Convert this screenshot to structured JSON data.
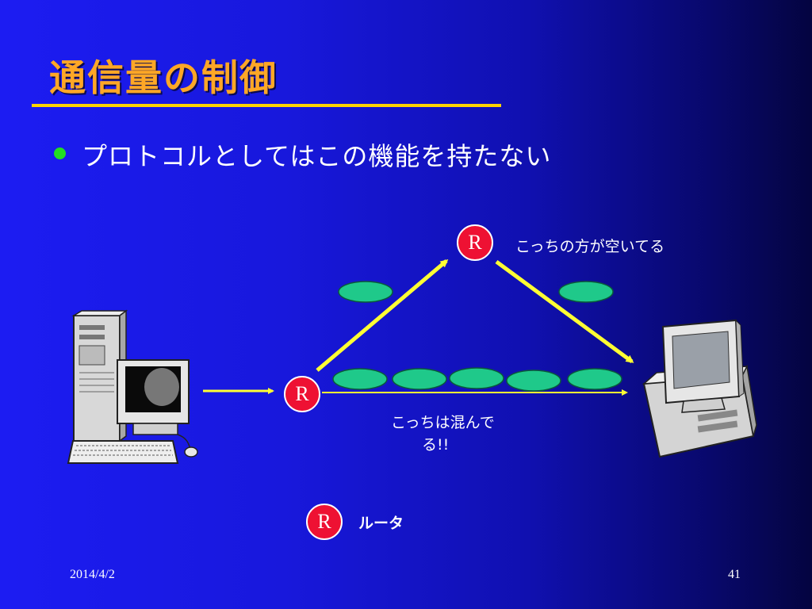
{
  "slide": {
    "title": "通信量の制御",
    "bullet": "プロトコルとしてはこの機能を持たない"
  },
  "diagram": {
    "router_letter": "R",
    "label_free": "こっちの方が空いてる",
    "label_busy_line1": "こっちは混んで",
    "label_busy_line2": "る!!"
  },
  "legend": {
    "letter": "R",
    "label": "ルータ"
  },
  "footer": {
    "date": "2014/4/2",
    "page": "41"
  },
  "colors": {
    "title": "#ffa726",
    "rule": "#ffd400",
    "router": "#ee1133",
    "packet": "#1fc98a",
    "arrow": "#ffff33"
  }
}
